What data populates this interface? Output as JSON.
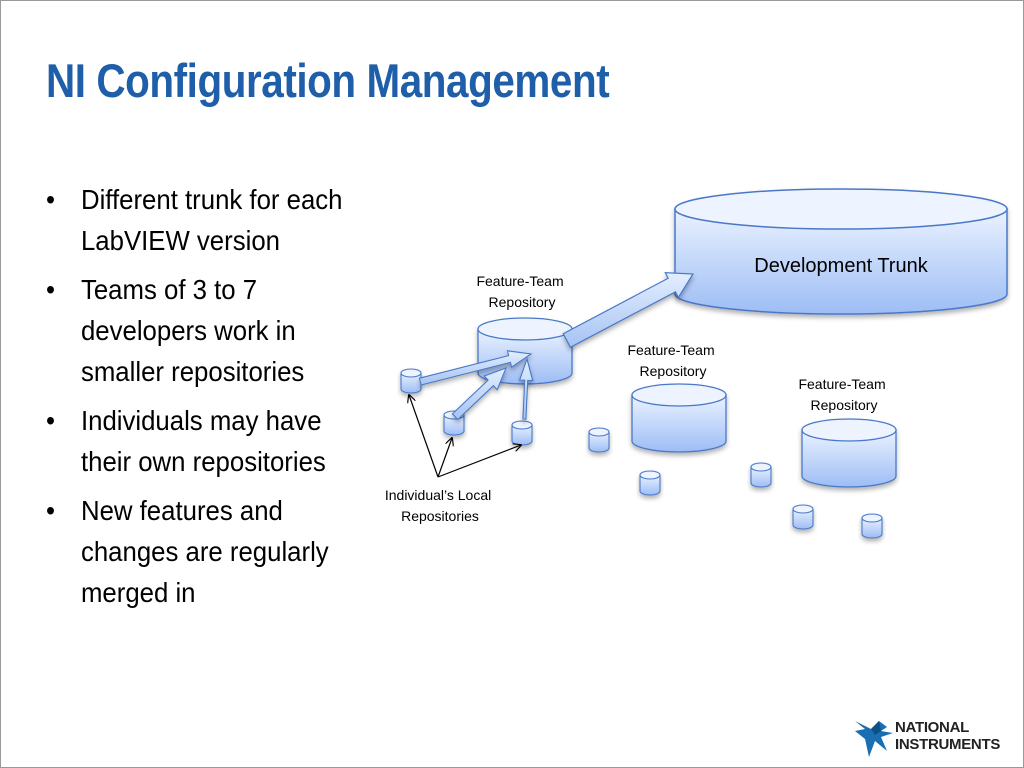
{
  "slide": {
    "title": "NI Configuration Management",
    "bullets": [
      "Different trunk for each LabVIEW version",
      "Teams of 3 to 7 developers work in smaller repositories",
      "Individuals may have their own repositories",
      "New features and changes are regularly merged in"
    ],
    "bullet_glyph": "•"
  },
  "diagram": {
    "trunk_label": "Development Trunk",
    "feature_team_labels": [
      [
        "Feature-Team",
        "Repository"
      ],
      [
        "Feature-Team",
        "Repository"
      ],
      [
        "Feature-Team",
        "Repository"
      ]
    ],
    "local_repos_label": [
      "Individual’s Local",
      "Repositories"
    ]
  },
  "logo": {
    "line1": "NATIONAL",
    "line2": "INSTRUMENTS",
    "icon": "ni-eagle-icon"
  },
  "colors": {
    "title": "#1f5ea8",
    "cylinder_fill_top": "#eaf2ff",
    "cylinder_fill_bottom": "#9dbdf5",
    "cylinder_stroke": "#4a78c8"
  }
}
